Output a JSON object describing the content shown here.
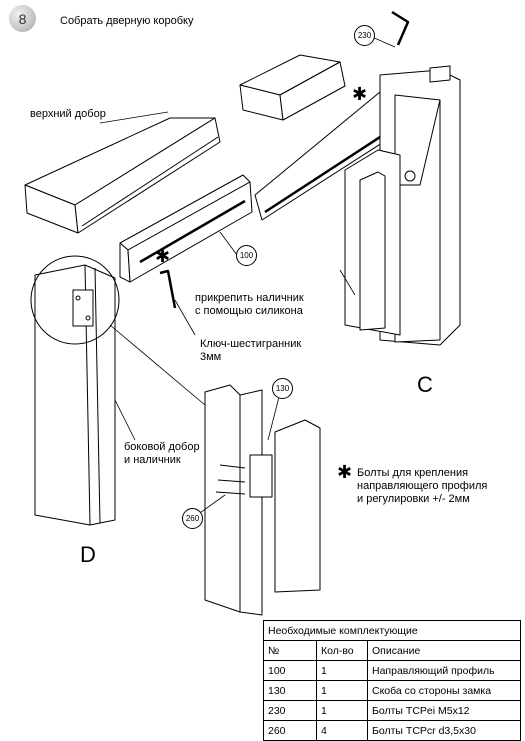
{
  "step": {
    "number": "8",
    "title": "Собрать дверную коробку"
  },
  "labels": {
    "top_extension": "верхний добор",
    "attach_casing_1": "прикрепить наличник",
    "attach_casing_2": "с помощью силикона",
    "hex_key_1": "Ключ-шестигранник",
    "hex_key_2": "3мм",
    "side_extension_1": "боковой добор",
    "side_extension_2": "и наличник",
    "bolts_note_1": "Болты для крепления",
    "bolts_note_2": "направляющего профиля",
    "bolts_note_3": "и регулировки +/- 2мм",
    "asterisk": "✱",
    "view_c": "C",
    "view_d": "D"
  },
  "callouts": {
    "p100": "100",
    "p130": "130",
    "p230": "230",
    "p260": "260"
  },
  "table": {
    "title": "Необходимые комплектующие",
    "headers": [
      "№",
      "Кол-во",
      "Описание"
    ],
    "rows": [
      [
        "100",
        "1",
        "Направляющий профиль"
      ],
      [
        "130",
        "1",
        "Скоба со стороны замка"
      ],
      [
        "230",
        "1",
        "Болты TCPei M5x12"
      ],
      [
        "260",
        "4",
        "Болты TCPcr d3,5x30"
      ]
    ]
  }
}
